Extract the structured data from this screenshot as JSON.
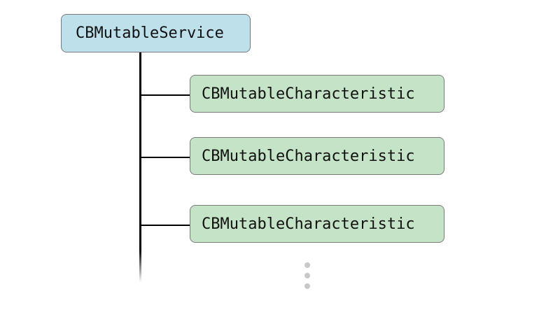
{
  "diagram": {
    "root": {
      "label": "CBMutableService",
      "color": "#bde0ea"
    },
    "children": [
      {
        "label": "CBMutableCharacteristic",
        "color": "#c5e4c7"
      },
      {
        "label": "CBMutableCharacteristic",
        "color": "#c5e4c7"
      },
      {
        "label": "CBMutableCharacteristic",
        "color": "#c5e4c7"
      }
    ],
    "continuation_icon": "vertical-ellipsis-icon"
  }
}
